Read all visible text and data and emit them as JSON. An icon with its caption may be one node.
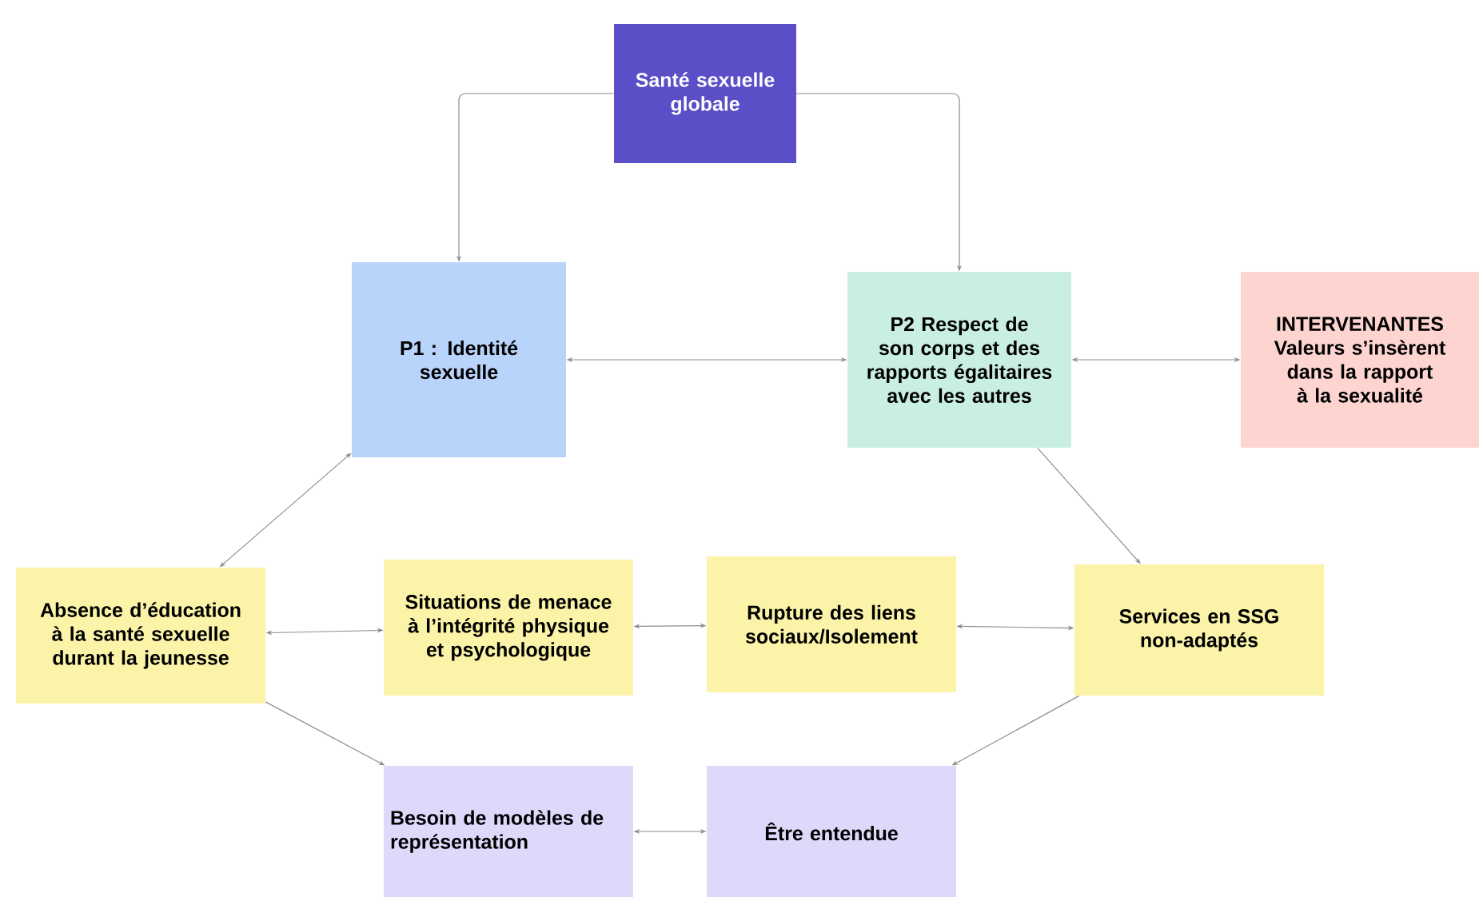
{
  "diagram": {
    "nodes": [
      {
        "text": [
          "Santé sexuelle globale"
        ]
      },
      {
        "text": [
          "P1 : Identité sexuelle"
        ]
      },
      {
        "text": [
          "P2 Respect de son corps et des rapports égalitaires avec les autres"
        ]
      },
      {
        "text": [
          "INTERVENANTES",
          "Valeurs s’insèrent dans la rapport à la sexualité"
        ]
      },
      {
        "text": [
          "Absence d’éducation à la santé sexuelle durant la jeunesse"
        ]
      },
      {
        "text": [
          "Situations de menace à l’intégrité physique et psychologique"
        ]
      },
      {
        "text": [
          "Rupture des liens sociaux/Isolement"
        ]
      },
      {
        "text": [
          "Services en SSG non-adaptés"
        ]
      },
      {
        "text": [
          "Besoin de modèles de représentation"
        ]
      },
      {
        "text": [
          "Être entendue"
        ]
      }
    ],
    "edges": [
      {
        "from": 0,
        "to": 1,
        "arrow": "to"
      },
      {
        "from": 0,
        "to": 2,
        "arrow": "to"
      },
      {
        "from": 1,
        "to": 2,
        "arrow": "both"
      },
      {
        "from": 2,
        "to": 3,
        "arrow": "both"
      },
      {
        "from": 2,
        "to": 7,
        "arrow": "to"
      },
      {
        "from": 4,
        "to": 1,
        "arrow": "both"
      },
      {
        "from": 4,
        "to": 5,
        "arrow": "both"
      },
      {
        "from": 5,
        "to": 6,
        "arrow": "both"
      },
      {
        "from": 6,
        "to": 7,
        "arrow": "both"
      },
      {
        "from": 4,
        "to": 8,
        "arrow": "to"
      },
      {
        "from": 8,
        "to": 9,
        "arrow": "both"
      },
      {
        "from": 7,
        "to": 9,
        "arrow": "to"
      }
    ]
  }
}
